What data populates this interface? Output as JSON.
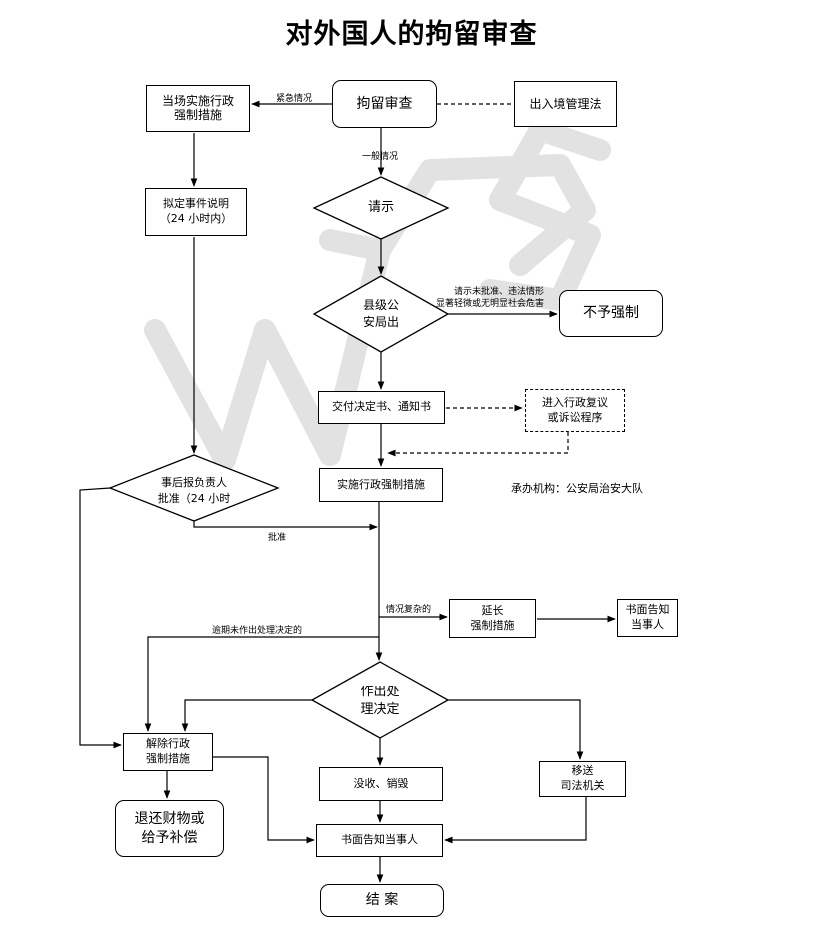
{
  "title": "对外国人的拘留审查",
  "watermark": "WPS",
  "nodes": {
    "detention_review": "拘留审查",
    "exit_entry_law": "出入境管理法",
    "onsite_measures": "当场实施行政\n强制措施",
    "draft_explanation": "拟定事件说明\n（24 小时内）",
    "request": "请示",
    "county_bureau": "县级公\n安局出",
    "no_enforcement": "不予强制",
    "deliver_notice": "交付决定书、通知书",
    "review_litigation": "进入行政复议\n或诉讼程序",
    "implement_measures": "实施行政强制措施",
    "report_approval": "事后报负责人\n批准（24 小时",
    "extend_measures": "延长\n强制措施",
    "written_notice_1": "书面告知\n当事人",
    "make_decision": "作出处\n理决定",
    "lift_measures": "解除行政\n强制措施",
    "confiscate_destroy": "没收、销毁",
    "transfer_judicial": "移送\n司法机关",
    "return_property": "退还财物或\n给予补偿",
    "written_notice_2": "书面告知当事人",
    "close_case": "结    案"
  },
  "labels": {
    "urgent": "紧急情况",
    "general": "一般情况",
    "not_approved_line1": "请示未批准、违法情形",
    "not_approved_line2": "显著轻微或无明显社会危害",
    "approved": "批准",
    "complex": "情况复杂的",
    "overdue": "逾期未作出处理决定的",
    "agency": "承办机构：公安局治安大队"
  },
  "colors": {
    "line": "#000000",
    "watermark": "#e3e3e3"
  }
}
